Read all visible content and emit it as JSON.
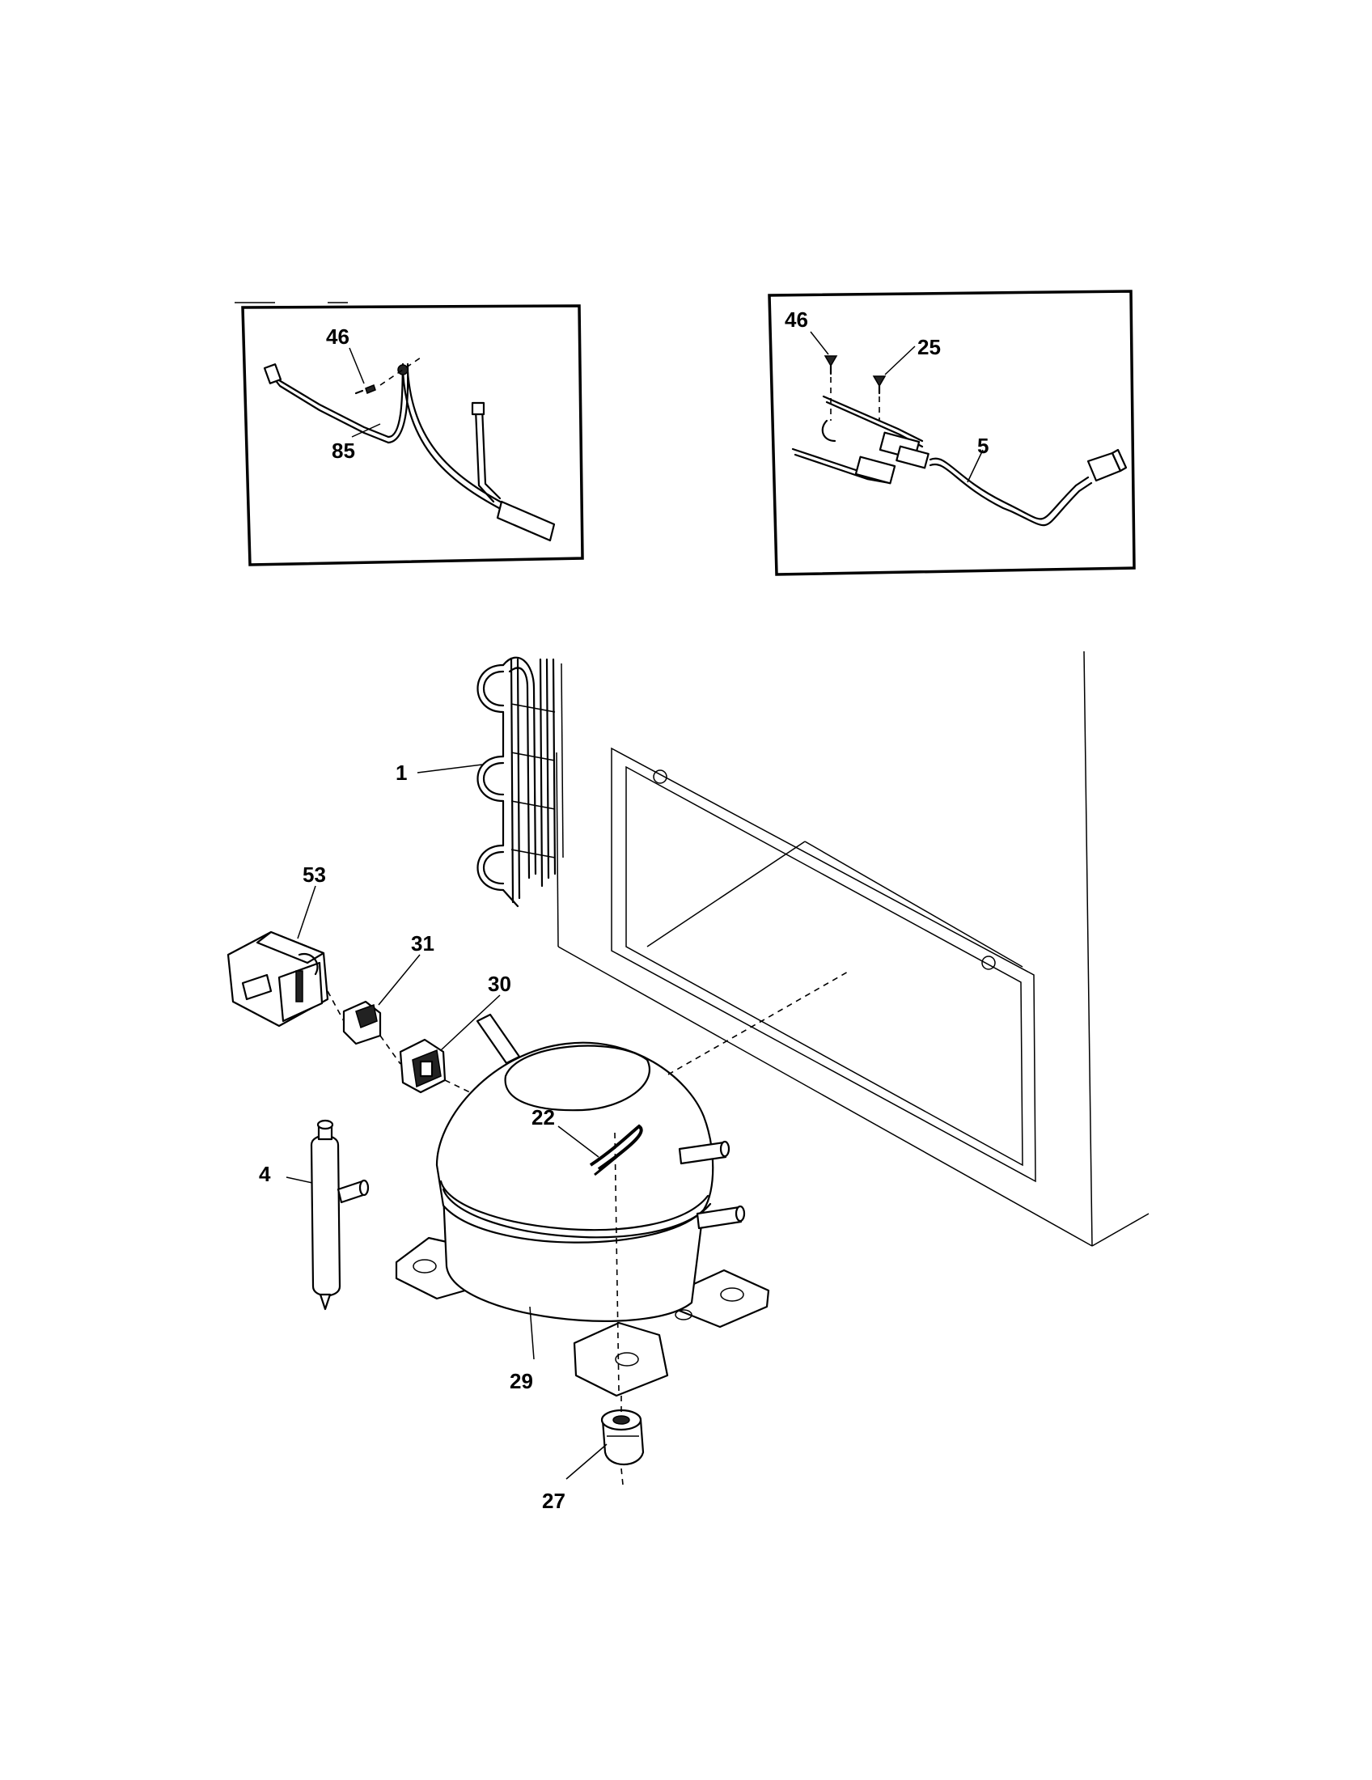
{
  "callouts": {
    "part_46_left": "46",
    "part_85": "85",
    "part_46_right": "46",
    "part_25": "25",
    "part_5": "5",
    "part_1": "1",
    "part_53": "53",
    "part_31": "31",
    "part_30": "30",
    "part_22": "22",
    "part_4": "4",
    "part_29": "29",
    "part_27": "27"
  }
}
